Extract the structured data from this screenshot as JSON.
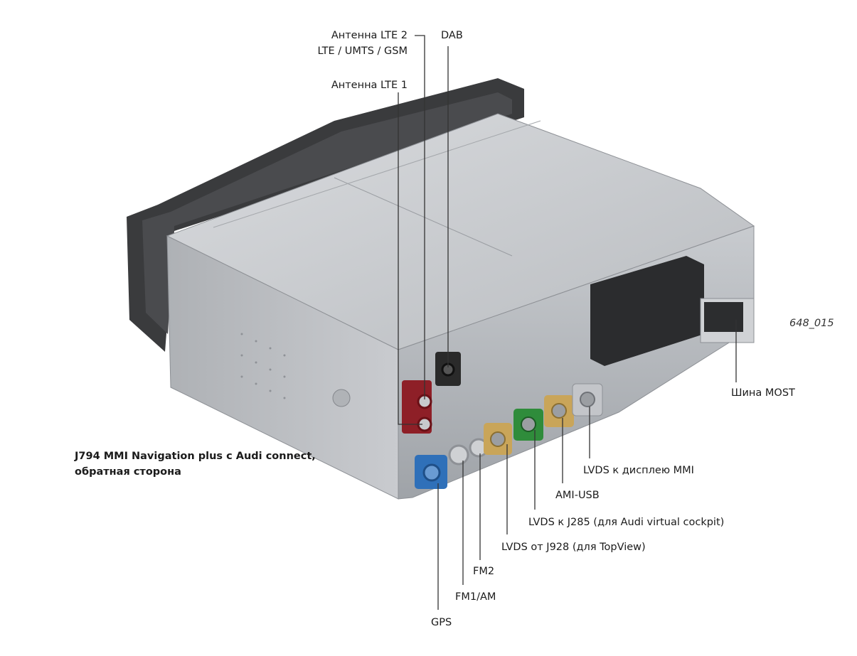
{
  "figure_id": "648_015",
  "caption": {
    "line1": "J794 MMI Navigation plus с Audi connect,",
    "line2": "обратная сторона"
  },
  "labels": {
    "lte2": "Антенна LTE 2",
    "lte2_sub": "LTE / UMTS / GSM",
    "lte1": "Антенна LTE 1",
    "dab": "DAB",
    "most": "Шина MOST",
    "lvds_mmi": "LVDS к дисплею MMI",
    "ami_usb": "AMI-USB",
    "lvds_j285": "LVDS к J285 (для Audi virtual cockpit)",
    "lvds_j928": "LVDS от J928 (для TopView)",
    "fm2": "FM2",
    "fm1_am": "FM1/AM",
    "gps": "GPS"
  },
  "colors": {
    "antenna_lte": "#8e1f27",
    "dab": "#2a2a2a",
    "gps": "#2f70b9",
    "fm": "#b9bcc0",
    "lvds_yellow": "#c9a559",
    "lvds_green": "#2f8c3b",
    "housing": "#c3c6ca",
    "bezel": "#3a3b3d"
  }
}
